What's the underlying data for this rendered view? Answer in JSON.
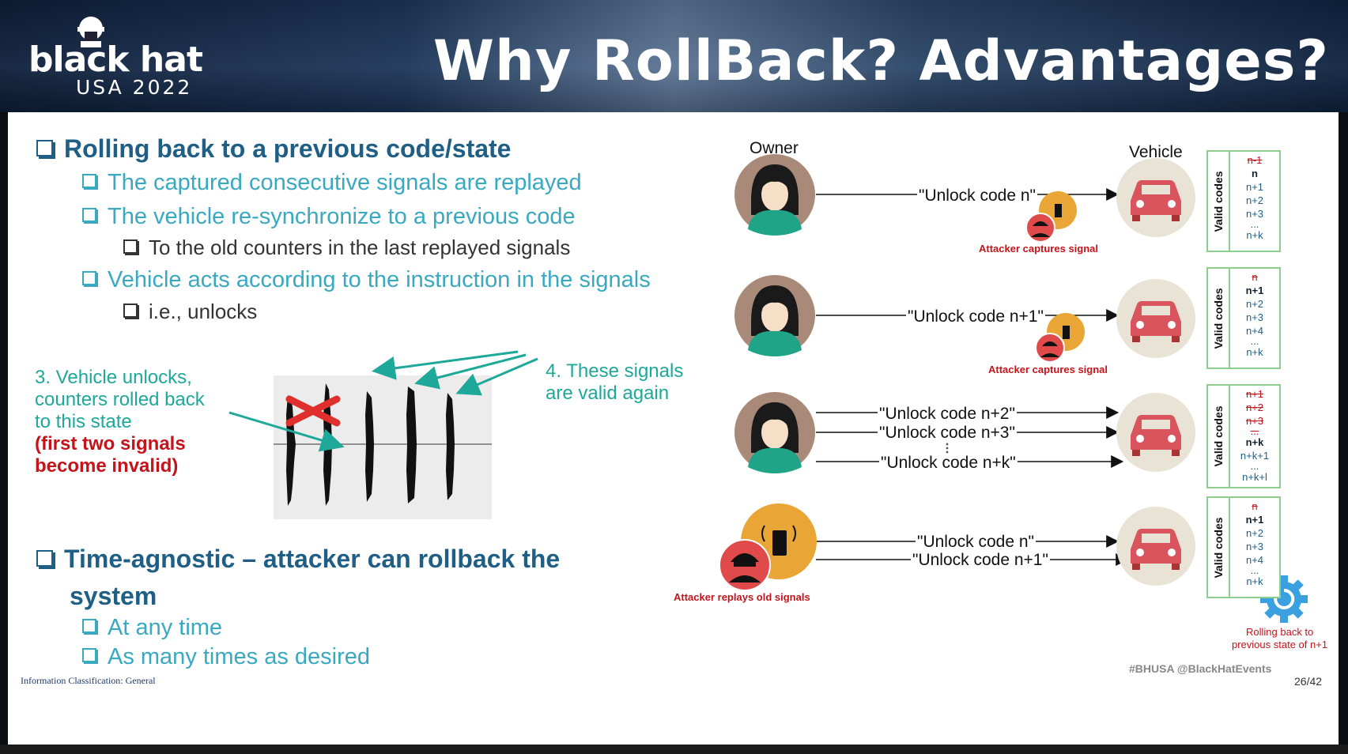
{
  "header": {
    "logo_word": "black hat",
    "logo_sub": "USA 2022",
    "title": "Why RollBack? Advantages?"
  },
  "bullets": {
    "b1": "Rolling back to a previous code/state",
    "b1_1": "The captured consecutive signals are replayed",
    "b1_2": "The vehicle re-synchronize to a previous code",
    "b1_2_1": "To the old counters in the last replayed signals",
    "b1_3": "Vehicle acts according to the instruction in the signals",
    "b1_3_1": "i.e., unlocks",
    "b2_line1": "Time-agnostic – attacker can rollback the",
    "b2_line2": "system",
    "b2_1": "At any time",
    "b2_2": "As many times as desired"
  },
  "annotations": {
    "note3_a": "3. Vehicle unlocks,",
    "note3_b": "counters rolled back",
    "note3_c": "to this state",
    "note3_d": "(first two signals",
    "note3_e": "become invalid)",
    "note4_a": "4. These signals",
    "note4_b": "are valid again"
  },
  "diagram": {
    "owner": "Owner",
    "vehicle": "Vehicle",
    "row1_msg": "\"Unlock code n\"",
    "row1_caption": "Attacker captures signal",
    "row2_msg": "\"Unlock code n+1\"",
    "row2_caption": "Attacker captures signal",
    "row3_msg_a": "\"Unlock code n+2\"",
    "row3_msg_b": "\"Unlock code n+3\"",
    "row3_msg_c": "\"Unlock code n+k\"",
    "row4_msg_a": "\"Unlock code n\"",
    "row4_msg_b": "\"Unlock code n+1\"",
    "row4_caption": "Attacker replays old signals",
    "valid_codes": "Valid codes",
    "codes1": [
      "n-1",
      "n",
      "n+1",
      "n+2",
      "n+3",
      "...",
      "n+k"
    ],
    "codes2": [
      "n",
      "n+1",
      "n+2",
      "n+3",
      "n+4",
      "...",
      "n+k"
    ],
    "codes3": [
      "n+1",
      "n+2",
      "n+3",
      "...",
      "n+k",
      "n+k+1",
      "...",
      "n+k+l"
    ],
    "codes4": [
      "n",
      "n+1",
      "n+2",
      "n+3",
      "n+4",
      "...",
      "n+k"
    ],
    "rollback_a": "Rolling back to",
    "rollback_b": "previous state of n+1"
  },
  "footer": {
    "classification": "Information Classification: General",
    "tags": "#BHUSA   @BlackHatEvents",
    "page": "26/42"
  },
  "colors": {
    "heading": "#1f5f86",
    "subbullet": "#39a9c1",
    "annotation_teal": "#1ea89a",
    "annotation_red": "#c4141b",
    "owner_bg": "#a98a78",
    "car_bg": "#e9e3d6",
    "car": "#d9545c",
    "attacker_ring": "#e9a637",
    "attacker_bg": "#e04a4a",
    "codes_border": "#8ccf8c"
  }
}
